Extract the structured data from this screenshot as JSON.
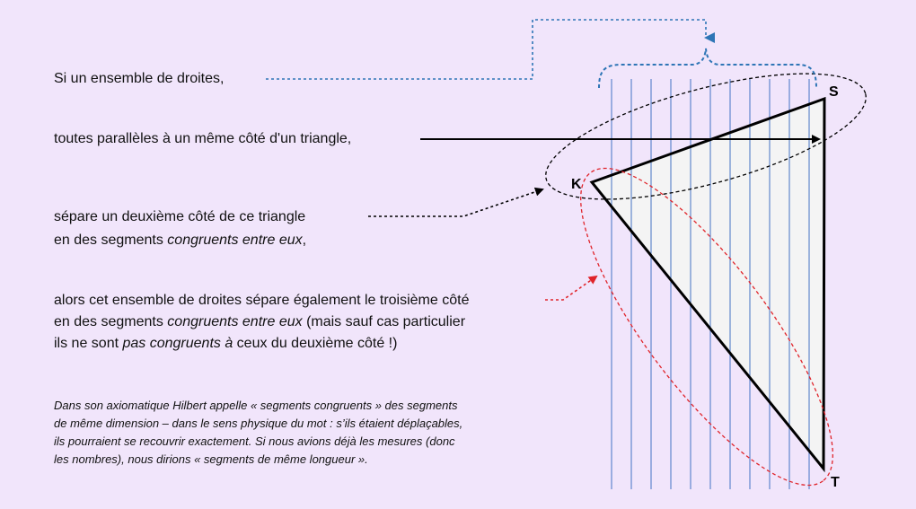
{
  "statements": {
    "line1": "Si un ensemble de droites,",
    "line2": "toutes parallèles à un même côté d'un triangle,",
    "line3a": "sépare un deuxième côté de ce triangle",
    "line3b_pre": " en des segments ",
    "line3b_em": "congruents entre eux",
    "line3b_post": ",",
    "line4a": "alors cet ensemble de droites sépare également le troisième côté",
    "line4b_pre": "en des segments ",
    "line4b_em": "congruents entre eux",
    "line4b_post": " (mais sauf cas particulier",
    "line4c_pre": "ils ne sont ",
    "line4c_em": "pas congruents à",
    "line4c_post": " ceux du deuxième côté !)"
  },
  "note": {
    "line1": "Dans son axiomatique Hilbert appelle « segments congruents » des segments",
    "line2": "de même dimension – dans le sens physique du mot : s’ils étaient déplaçables,",
    "line3": "ils pourraient se recouvrir exactement. Si nous avions déjà les mesures (donc",
    "line4": "les nombres), nous dirions « segments de même longueur »."
  },
  "vertices": {
    "K": "K",
    "S": "S",
    "T": "T"
  },
  "colors": {
    "background": "#f1e5fb",
    "parallel_lines": "#4472c4",
    "brace": "#2e75b6",
    "ellipse_red": "#e0242a",
    "ellipse_black": "#000000",
    "triangle_fill": "#f4f4f4"
  }
}
